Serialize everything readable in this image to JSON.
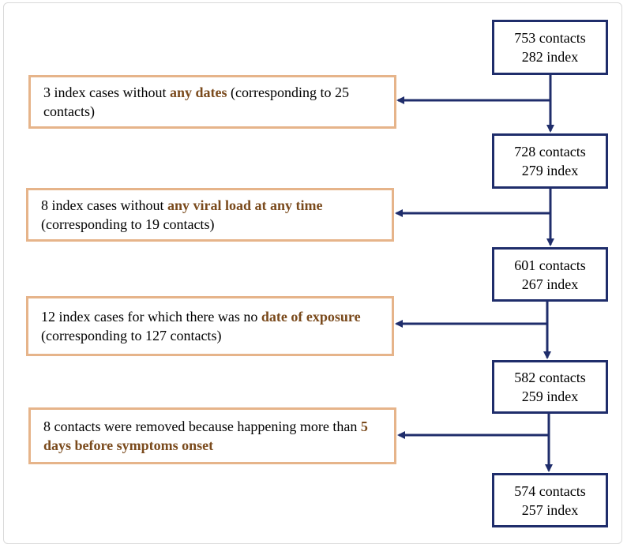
{
  "nodes": [
    {
      "contacts": "753 contacts",
      "index": "282 index"
    },
    {
      "contacts": "728 contacts",
      "index": "279 index"
    },
    {
      "contacts": "601 contacts",
      "index": "267 index"
    },
    {
      "contacts": "582 contacts",
      "index": "259 index"
    },
    {
      "contacts": "574 contacts",
      "index": "257 index"
    }
  ],
  "exclusions": [
    {
      "pre": "3 index cases without ",
      "highlight": "any dates",
      "post": " (corresponding to 25 contacts)"
    },
    {
      "pre": "8 index cases without ",
      "highlight": "any viral load at any time",
      "post": " (corresponding to 19 contacts)"
    },
    {
      "pre": "12 index cases for which there was no ",
      "highlight": "date of exposure",
      "post": " (corresponding to 127 contacts)"
    },
    {
      "pre": "8 contacts were removed because happening more than ",
      "highlight": "5 days before symptoms onset",
      "post": ""
    }
  ],
  "colors": {
    "node_border": "#1f2d6b",
    "exclusion_border": "#e6b48a",
    "highlight_text": "#7a4a1c",
    "arrow": "#1f2d6b"
  }
}
